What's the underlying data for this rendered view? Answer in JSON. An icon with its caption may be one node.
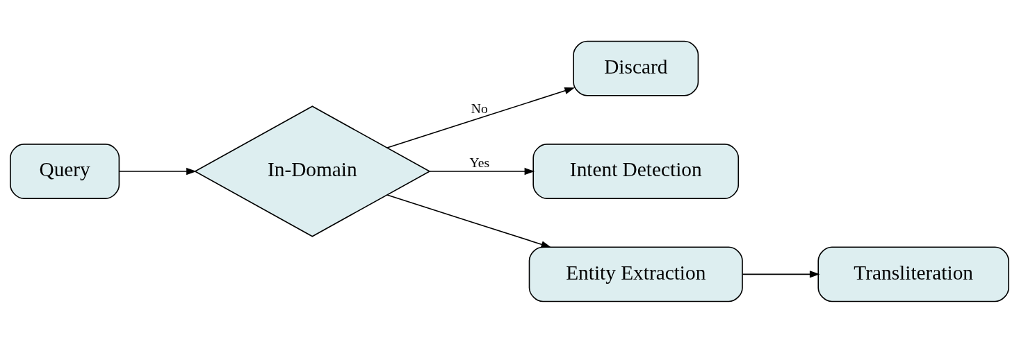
{
  "diagram": {
    "nodes": [
      {
        "text": [
          "Query"
        ]
      },
      {
        "text": [
          "In-Domain"
        ]
      },
      {
        "text": [
          "Discard"
        ]
      },
      {
        "text": [
          "Intent Detection"
        ]
      },
      {
        "text": [
          "Entity Extraction"
        ]
      },
      {
        "text": [
          "Transliteration"
        ]
      }
    ],
    "edges": [
      {
        "from": 0,
        "to": 1,
        "arrow": "to"
      },
      {
        "from": 1,
        "to": 2,
        "arrow": "to",
        "label": "No"
      },
      {
        "from": 1,
        "to": 3,
        "arrow": "to",
        "label": "Yes"
      },
      {
        "from": 1,
        "to": 4,
        "arrow": "to"
      },
      {
        "from": 4,
        "to": 5,
        "arrow": "to"
      }
    ]
  }
}
